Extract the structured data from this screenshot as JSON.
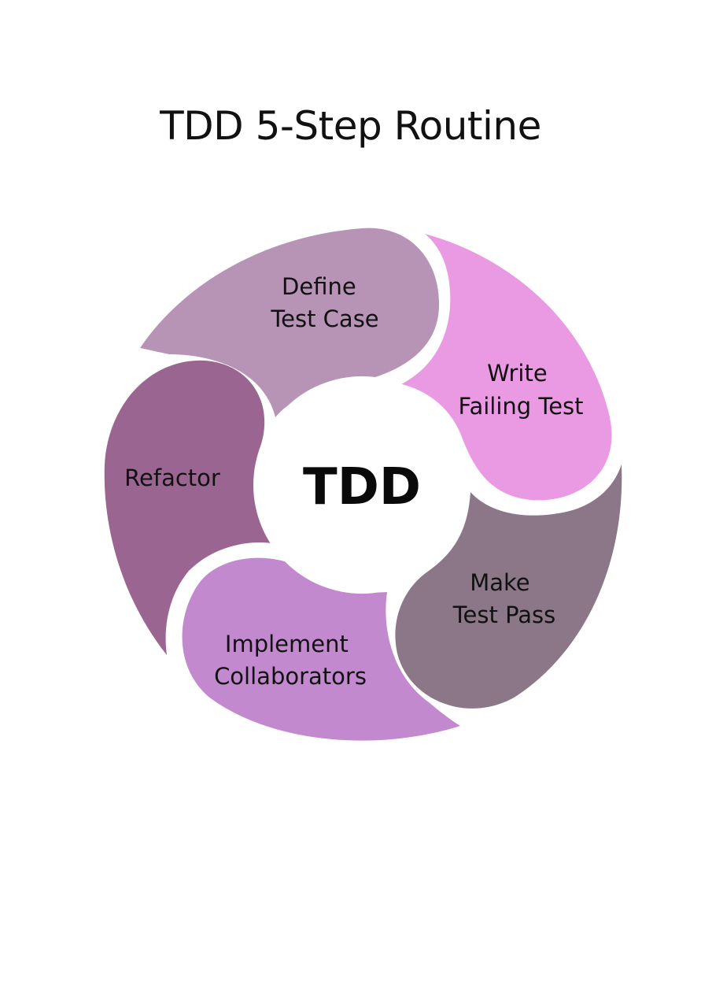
{
  "title": "TDD 5-Step Routine",
  "center": {
    "label": "TDD",
    "color": "#ffffff"
  },
  "steps": [
    {
      "lines": [
        "Define",
        "Test Case"
      ],
      "color": "#b794b6"
    },
    {
      "lines": [
        "Write",
        "Failing Test"
      ],
      "color": "#e99ae2"
    },
    {
      "lines": [
        "Make",
        "Test Pass"
      ],
      "color": "#8b7787"
    },
    {
      "lines": [
        "Implement",
        "Collaborators"
      ],
      "color": "#c389cf"
    },
    {
      "lines": [
        "Refactor"
      ],
      "color": "#9b6591"
    }
  ]
}
